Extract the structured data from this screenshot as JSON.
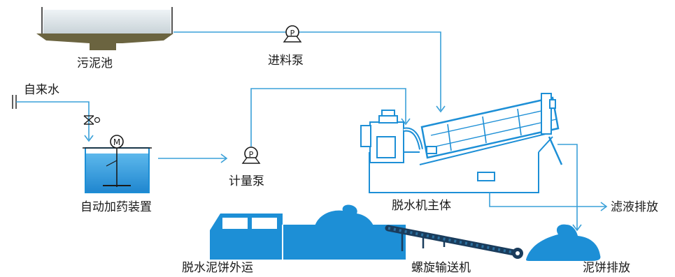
{
  "labels": {
    "sludge_tank": "污泥池",
    "feed_pump": "进料泵",
    "tap_water": "自来水",
    "dosing_device": "自动加药装置",
    "metering_pump": "计量泵",
    "dewatering_main": "脱水机主体",
    "filtrate_discharge": "滤液排放",
    "cake_transport": "脱水泥饼外运",
    "screw_conveyor": "螺旋输送机",
    "cake_discharge": "泥饼排放"
  },
  "pump_symbol": "P",
  "motor_symbol": "M",
  "colors": {
    "equipment": "#1d8fd6",
    "pipe": "#3aa0d8",
    "sludge": "#6b6440",
    "text": "#1a1a1a"
  }
}
